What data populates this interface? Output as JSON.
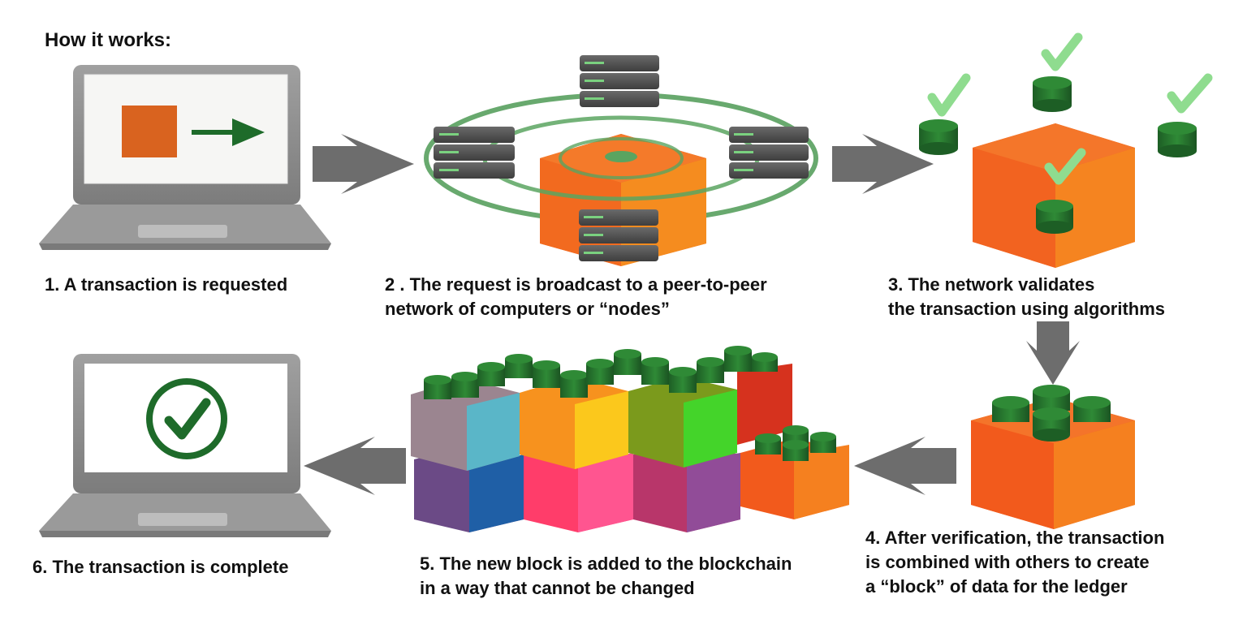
{
  "title": "How it works:",
  "steps": [
    {
      "caption": "1. A transaction is requested"
    },
    {
      "caption": "2 . The request is broadcast to a peer-to-peer\nnetwork of computers or “nodes”"
    },
    {
      "caption": "3. The network validates\n the transaction using algorithms"
    },
    {
      "caption": "4. After verification, the transaction\n is combined with others to create\n a “block” of data for the ledger"
    },
    {
      "caption": "5. The new block is added to the blockchain\n in a way that cannot be changed"
    },
    {
      "caption": "6. The transaction is complete"
    }
  ],
  "colors": {
    "orange": "#f26522",
    "green_dark": "#1e6b2a",
    "green_light": "#8fdc8f",
    "arrow_gray": "#6d6d6d",
    "laptop_gray": "#8c8c8c"
  }
}
